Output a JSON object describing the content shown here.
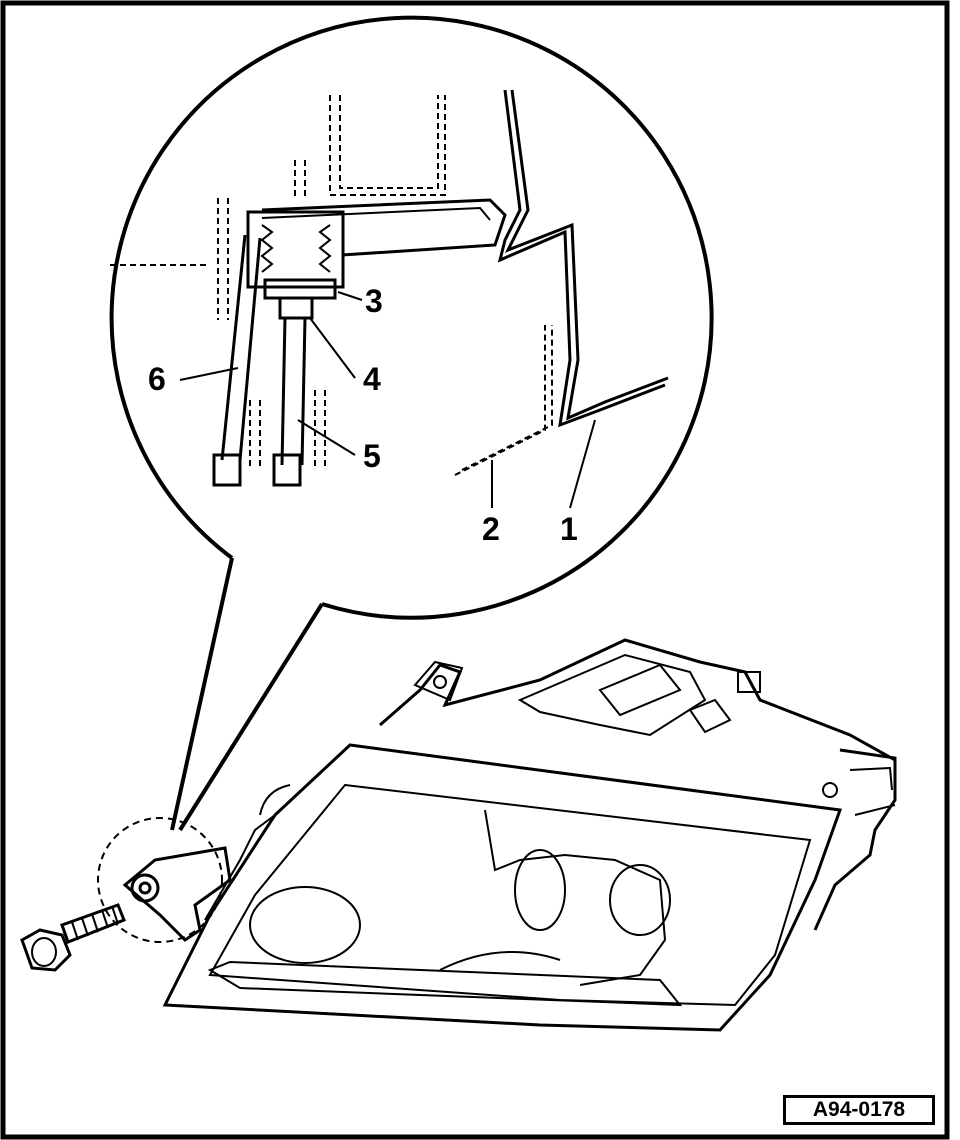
{
  "callouts": {
    "c1": "1",
    "c2": "2",
    "c3": "3",
    "c4": "4",
    "c5": "5",
    "c6": "6"
  },
  "figure_id": "A94-0178",
  "colors": {
    "ink": "#000000",
    "paper": "#ffffff"
  }
}
